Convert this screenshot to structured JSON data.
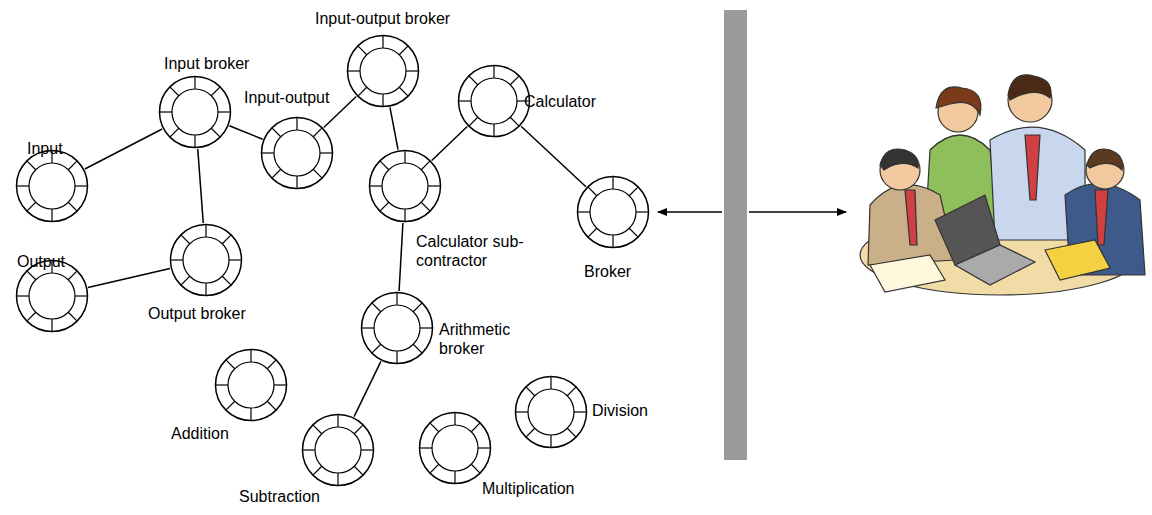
{
  "diagram": {
    "nodes": [
      {
        "text": [
          "Input-output broker"
        ]
      },
      {
        "text": [
          "Input broker"
        ]
      },
      {
        "text": [
          "Input-output"
        ]
      },
      {
        "text": [
          "Calculator"
        ]
      },
      {
        "text": [
          "Input"
        ]
      },
      {
        "text": [
          "Calculator sub-contractor"
        ]
      },
      {
        "text": [
          "Broker"
        ]
      },
      {
        "text": [
          "Output"
        ]
      },
      {
        "text": [
          "Output broker"
        ]
      },
      {
        "text": [
          "Arithmetic broker"
        ]
      },
      {
        "text": [
          "Addition"
        ]
      },
      {
        "text": [
          "Division"
        ]
      },
      {
        "text": [
          "Subtraction"
        ]
      },
      {
        "text": [
          "Multiplication"
        ]
      }
    ],
    "edges": [
      {
        "from": 4,
        "to": 1,
        "arrow": "none"
      },
      {
        "from": 1,
        "to": 2,
        "arrow": "none"
      },
      {
        "from": 1,
        "to": 8,
        "arrow": "none"
      },
      {
        "from": 7,
        "to": 8,
        "arrow": "none"
      },
      {
        "from": 2,
        "to": 0,
        "arrow": "none"
      },
      {
        "from": 0,
        "to": 5,
        "arrow": "none"
      },
      {
        "from": 3,
        "to": 5,
        "arrow": "none"
      },
      {
        "from": 3,
        "to": 6,
        "arrow": "none"
      },
      {
        "from": 5,
        "to": 9,
        "arrow": "none"
      },
      {
        "from": 9,
        "to": 12,
        "arrow": "none"
      }
    ]
  }
}
